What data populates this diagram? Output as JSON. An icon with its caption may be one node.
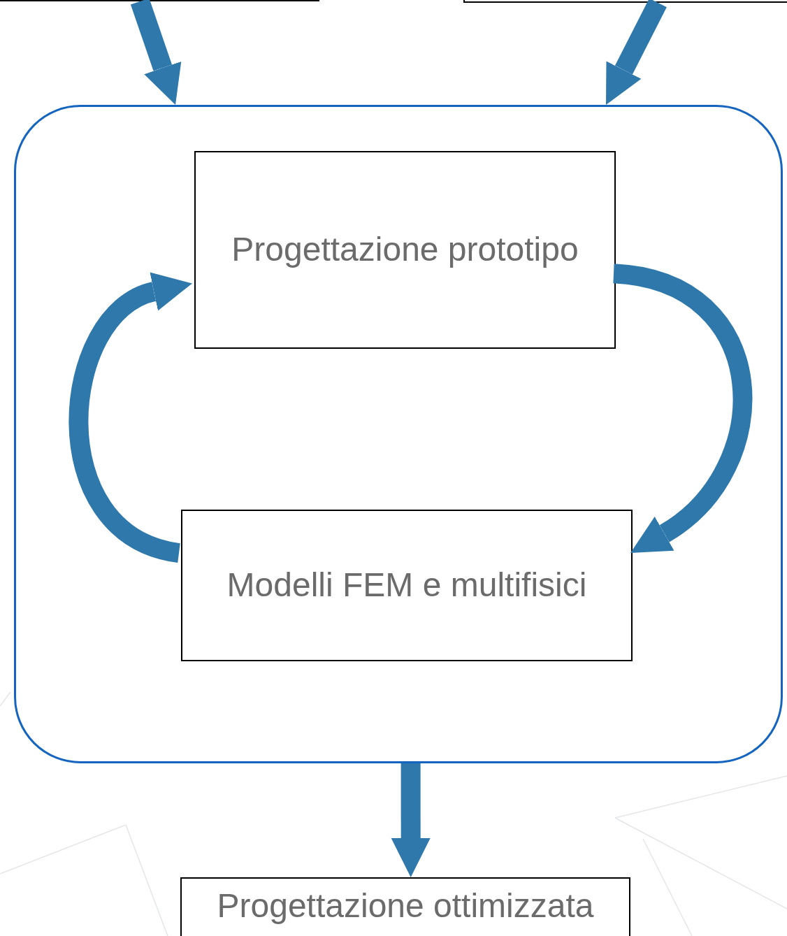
{
  "diagram": {
    "nodes": [
      {
        "text": [],
        "shape": "box"
      },
      {
        "text": [],
        "shape": "box"
      },
      {
        "text": [],
        "shape": "box"
      },
      {
        "text": [
          "Progettazione prototipo"
        ],
        "in": 2
      },
      {
        "text": [
          "Modelli FEM e multifisici"
        ],
        "in": 2
      },
      {
        "text": [
          "Progettazione ottimizzata"
        ]
      }
    ],
    "edges": [
      {
        "from": 0,
        "to": 2,
        "arrow": "to"
      },
      {
        "from": 1,
        "to": 2,
        "arrow": "to"
      },
      {
        "from": 2,
        "to": 5,
        "arrow": "to"
      },
      {
        "from": 3,
        "to": 4,
        "arrow": "to"
      },
      {
        "from": 4,
        "to": 3,
        "arrow": "to"
      }
    ]
  }
}
